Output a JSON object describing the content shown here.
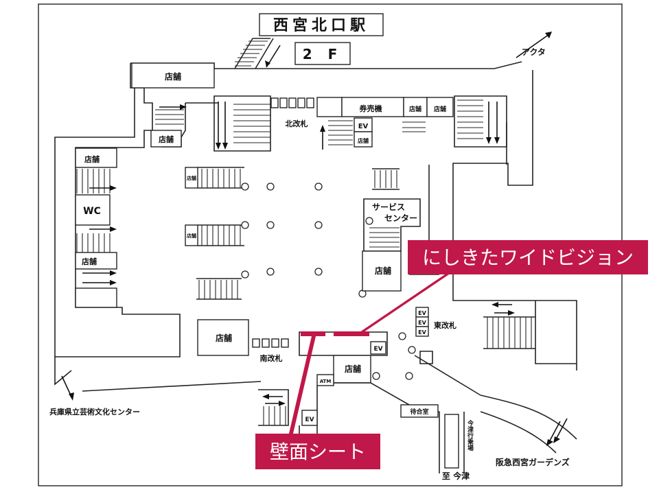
{
  "station": {
    "name": "西宮北口駅",
    "floor": "2 F"
  },
  "labels": {
    "shop": "店舗",
    "wc": "WC",
    "ev": "EV",
    "atm": "ATM",
    "ticket_machines": "券売機",
    "north_gate": "北改札",
    "south_gate": "南改札",
    "east_gate": "東改札",
    "service_center_1": "サービス",
    "service_center_2": "センター",
    "waiting_room": "待合室",
    "to_imazu": "至 今津",
    "imazu_platform": "今津行乗場"
  },
  "destinations": {
    "akta": "アクタ",
    "arts_center": "兵庫県立芸術文化センター",
    "gardens": "阪急西宮ガーデンズ"
  },
  "callouts": {
    "vision": "にしきたワイドビジョン",
    "wall_sheet": "壁面シート"
  },
  "colors": {
    "callout": "#c01848",
    "line": "#222222"
  }
}
